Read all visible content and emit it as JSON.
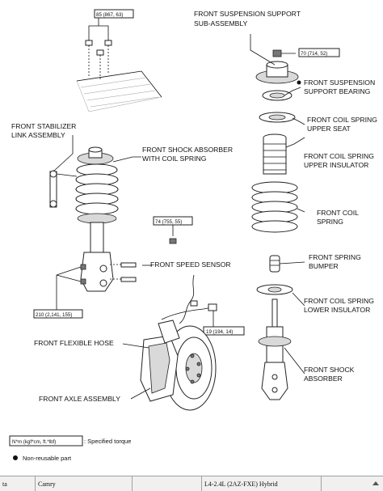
{
  "labels": {
    "front_suspension_support_sub_assembly_1": "FRONT SUSPENSION SUPPORT",
    "front_suspension_support_sub_assembly_2": "SUB-ASSEMBLY",
    "front_suspension_support_bearing_1": "FRONT SUSPENSION",
    "front_suspension_support_bearing_2": "SUPPORT BEARING",
    "front_coil_spring_upper_seat_1": "FRONT COIL SPRING",
    "front_coil_spring_upper_seat_2": "UPPER SEAT",
    "front_coil_spring_upper_insulator_1": "FRONT COIL SPRING",
    "front_coil_spring_upper_insulator_2": "UPPER INSULATOR",
    "front_coil_spring_1": "FRONT COIL",
    "front_coil_spring_2": "SPRING",
    "front_spring_bumper_1": "FRONT SPRING",
    "front_spring_bumper_2": "BUMPER",
    "front_coil_spring_lower_insulator_1": "FRONT COIL SPRING",
    "front_coil_spring_lower_insulator_2": "LOWER INSULATOR",
    "front_shock_absorber_1": "FRONT SHOCK",
    "front_shock_absorber_2": "ABSORBER",
    "front_stabilizer_link_1": "FRONT STABILIZER",
    "front_stabilizer_link_2": "LINK ASSEMBLY",
    "front_shock_absorber_with_coil_spring_1": "FRONT SHOCK ABSORBER",
    "front_shock_absorber_with_coil_spring_2": "WITH COIL SPRING",
    "front_speed_sensor": "FRONT SPEED SENSOR",
    "front_flexible_hose": "FRONT FLEXIBLE HOSE",
    "front_axle_assembly": "FRONT AXLE ASSEMBLY"
  },
  "torques": {
    "t85": "85 (867, 63)",
    "t70": "70 (714, 52)",
    "t74": "74 (755, 55)",
    "t210": "210 (2,141, 155)",
    "t19": "19 (194, 14)"
  },
  "legend": {
    "unit": "N*m (kgf*cm, ft.*lbf)",
    "specified": ": Specified torque",
    "nonreusable": "Non-reusable part"
  },
  "statusbar": {
    "cell1": "ta",
    "cell2": "Camry",
    "cell3": "L4-2.4L (2AZ-FXE) Hybrid"
  },
  "colors": {
    "background": "#ffffff",
    "statusbar_bg": "#f0f0f0",
    "line": "#111111"
  }
}
